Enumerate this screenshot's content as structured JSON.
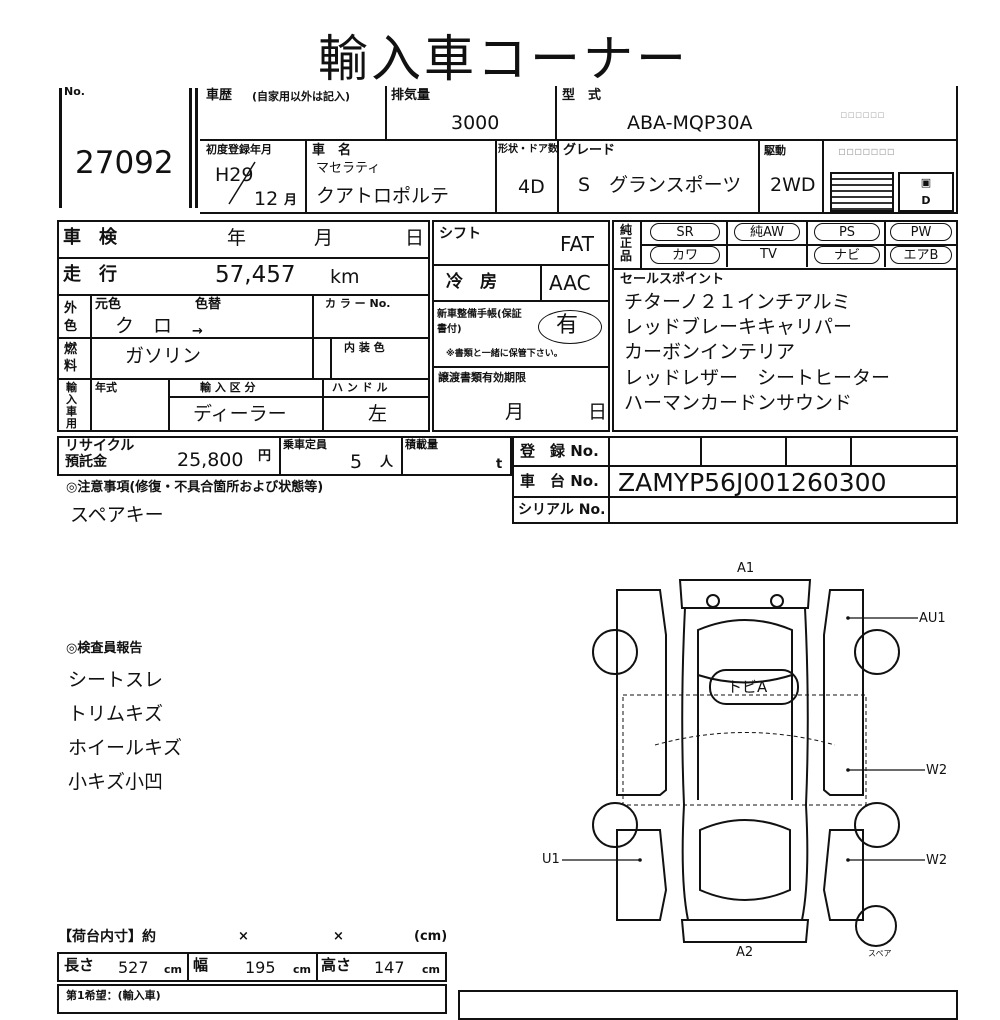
{
  "header": {
    "title": "輸入車コーナー"
  },
  "lot": {
    "label": "No.",
    "number": "27092"
  },
  "history": {
    "label": "車歴",
    "note": "(自家用以外は記入)"
  },
  "displacement": {
    "label": "排気量",
    "value": "3000"
  },
  "model_type": {
    "label": "型　式",
    "value": "ABA-MQP30A"
  },
  "first_reg": {
    "label": "初度登録年月",
    "year": "H29",
    "month": "12",
    "month_unit": "月"
  },
  "car_name": {
    "label": "車　名",
    "maker": "マセラティ",
    "model": "クアトロポルテ"
  },
  "body": {
    "label": "形状・ドア数",
    "value": "4D"
  },
  "grade": {
    "label": "グレード",
    "value": "S　グランスポーツ"
  },
  "drive": {
    "label": "駆動",
    "value": "2WD"
  },
  "inspection": {
    "label": "車　検",
    "year": "年",
    "month": "月",
    "day": "日"
  },
  "mileage": {
    "label": "走　行",
    "value": "57,457",
    "unit": "km"
  },
  "shift": {
    "label": "シフト",
    "value": "FAT"
  },
  "aircon": {
    "label": "冷　房",
    "value": "AAC"
  },
  "color": {
    "label": "外色",
    "orig_label": "元色",
    "change_label": "色替",
    "orig": "ク　ロ",
    "arrow": "→",
    "code_label": "カ ラ ー No."
  },
  "manual": {
    "label": "新車整備手帳(保証書付)",
    "value": "有",
    "note": "※書類と一緒に保管下さい。"
  },
  "fuel": {
    "label": "燃料",
    "value": "ガソリン",
    "interior_label": "内 装 色"
  },
  "import": {
    "label": "輸入車用",
    "year_label": "年式",
    "class_label": "輸 入 区 分",
    "class_value": "ディーラー",
    "handle_label": "ハ ン ド ル",
    "handle_value": "左"
  },
  "transfer": {
    "label": "譲渡書類有効期限",
    "month": "月",
    "day": "日"
  },
  "equipment": {
    "label": "純正品",
    "items": [
      "SR",
      "純AW",
      "PS",
      "PW",
      "カワ",
      "TV",
      "ナビ",
      "エアB"
    ]
  },
  "sales_points": {
    "label": "セールスポイント",
    "items": [
      "チターノ２１インチアルミ",
      "レッドブレーキキャリパー",
      "カーボンインテリア",
      "レッドレザー　シートヒーター",
      "ハーマンカードンサウンド"
    ]
  },
  "recycle": {
    "label1": "リサイクル",
    "label2": "預託金",
    "value": "25,800",
    "unit": "円"
  },
  "capacity": {
    "label": "乗車定員",
    "value": "5",
    "unit": "人"
  },
  "load": {
    "label": "積載量",
    "unit": "t"
  },
  "registration": {
    "label": "登　録 No."
  },
  "chassis": {
    "label": "車　台 No.",
    "value": "ZAMYP56J001260300"
  },
  "serial": {
    "label": "シリアル No."
  },
  "notes": {
    "label": "◎注意事項(修復・不具合箇所および状態等)",
    "value": "スペアキー"
  },
  "inspector": {
    "label": "◎検査員報告",
    "items": [
      "シートスレ",
      "トリムキズ",
      "ホイールキズ",
      "小キズ小凹"
    ]
  },
  "diagram": {
    "labels": {
      "a1": "A1",
      "au1": "AU1",
      "w2a": "W2",
      "w2b": "W2",
      "u1": "U1",
      "a2": "A2",
      "tobi": "トビA",
      "spare": "スペア"
    }
  },
  "cargo": {
    "label": "【荷台内寸】約",
    "x1": "×",
    "x2": "×",
    "unit": "(cm)",
    "length_label": "長さ",
    "length": "527",
    "width_label": "幅",
    "width": "195",
    "height_label": "高さ",
    "height": "147",
    "cm": "cm"
  },
  "bottom": {
    "label": "第1希望：(輸入車)"
  }
}
